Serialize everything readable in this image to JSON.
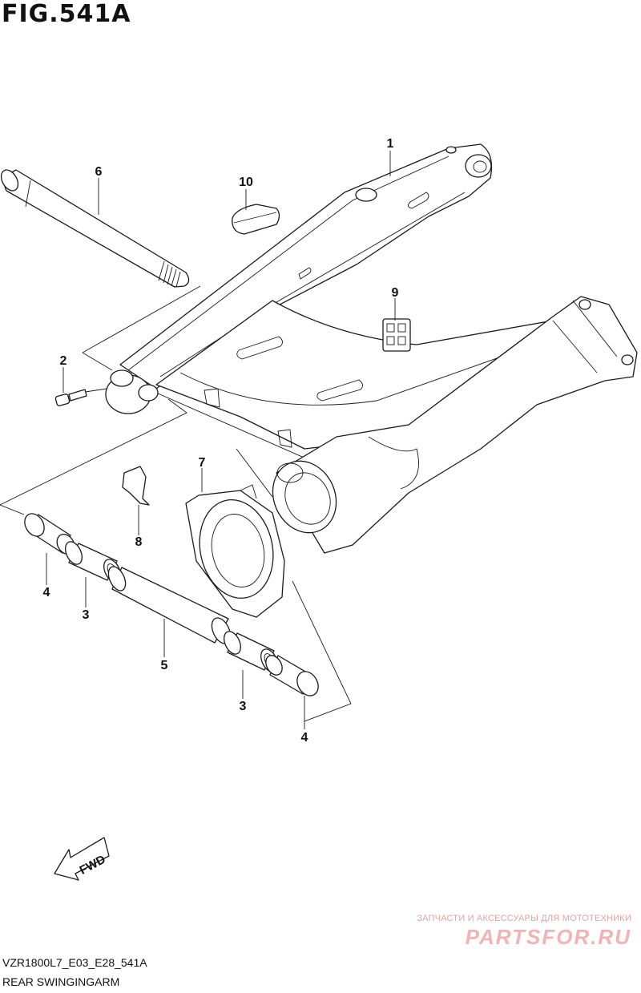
{
  "figure": {
    "title": "FIG.541A",
    "model_code": "VZR1800L7_E03_E28_541A",
    "caption": "REAR SWINGINGARM"
  },
  "parts": [
    {
      "number": "1"
    },
    {
      "number": "2"
    },
    {
      "number": "3"
    },
    {
      "number": "3"
    },
    {
      "number": "4"
    },
    {
      "number": "4"
    },
    {
      "number": "5"
    },
    {
      "number": "6"
    },
    {
      "number": "7"
    },
    {
      "number": "8"
    },
    {
      "number": "9"
    },
    {
      "number": "10"
    }
  ],
  "direction_indicator": {
    "label": "FWD",
    "icon": "fwd-arrow-icon"
  },
  "watermark": {
    "subtitle": "ЗАПЧАСТИ И АКСЕССУАРЫ ДЛЯ МОТОТЕХНИКИ",
    "brand": "PARTSFOR.RU",
    "color": "#f1b3b3"
  }
}
